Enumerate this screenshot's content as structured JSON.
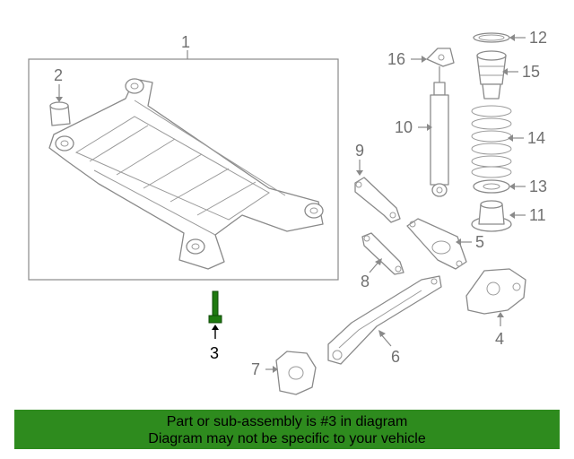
{
  "diagram": {
    "highlight_color": "#1f7a10",
    "callouts": [
      {
        "id": "1",
        "text": "1"
      },
      {
        "id": "2",
        "text": "2"
      },
      {
        "id": "3",
        "text": "3"
      },
      {
        "id": "4",
        "text": "4"
      },
      {
        "id": "5",
        "text": "5"
      },
      {
        "id": "6",
        "text": "6"
      },
      {
        "id": "7",
        "text": "7"
      },
      {
        "id": "8",
        "text": "8"
      },
      {
        "id": "9",
        "text": "9"
      },
      {
        "id": "10",
        "text": "10"
      },
      {
        "id": "11",
        "text": "11"
      },
      {
        "id": "12",
        "text": "12"
      },
      {
        "id": "13",
        "text": "13"
      },
      {
        "id": "14",
        "text": "14"
      },
      {
        "id": "15",
        "text": "15"
      },
      {
        "id": "16",
        "text": "16"
      }
    ]
  },
  "banner": {
    "line1": "Part or sub-assembly is #3 in diagram",
    "line2": "Diagram may not be specific to your vehicle",
    "background": "#2e8b1e"
  }
}
